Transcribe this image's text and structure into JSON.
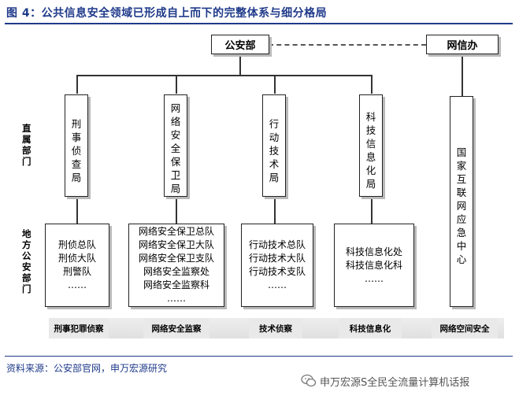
{
  "title": "图 4：公共信息安全领域已形成自上而下的完整体系与细分格局",
  "top_nodes": {
    "mps": "公安部",
    "cac": "网信办"
  },
  "side_labels": {
    "direct": [
      "直",
      "属",
      "部",
      "门"
    ],
    "local": [
      "地",
      "方",
      "公",
      "安",
      "部",
      "门"
    ]
  },
  "direct_bureaus": [
    [
      "刑",
      "事",
      "侦",
      "查",
      "局"
    ],
    [
      "网",
      "络",
      "安",
      "全",
      "保",
      "卫",
      "局"
    ],
    [
      "行",
      "动",
      "技",
      "术",
      "局"
    ],
    [
      "科",
      "技",
      "信",
      "息",
      "化",
      "局"
    ]
  ],
  "cac_center": [
    "国",
    "家",
    "互",
    "联",
    "网",
    "应",
    "急",
    "中",
    "心"
  ],
  "local_units": [
    [
      "刑侦总队",
      "刑侦大队",
      "刑警队",
      "……"
    ],
    [
      "网络安全保卫总队",
      "网络安全保卫大队",
      "网络安全保卫支队",
      "网络安全监察处",
      "网络安全监察科",
      "……"
    ],
    [
      "行动技术总队",
      "行动技术大队",
      "行动技术支队",
      "……"
    ],
    [
      "科技信息化处",
      "科技信息化科",
      "……"
    ]
  ],
  "bottom_labels": [
    "刑事犯罪侦察",
    "网络安全监察",
    "技术侦察",
    "科技信息化",
    "网络空间安全"
  ],
  "footer": {
    "source": "资料来源：公安部官网，申万宏源研究",
    "wechat": "申万宏源S全民全流量计算机话报"
  }
}
